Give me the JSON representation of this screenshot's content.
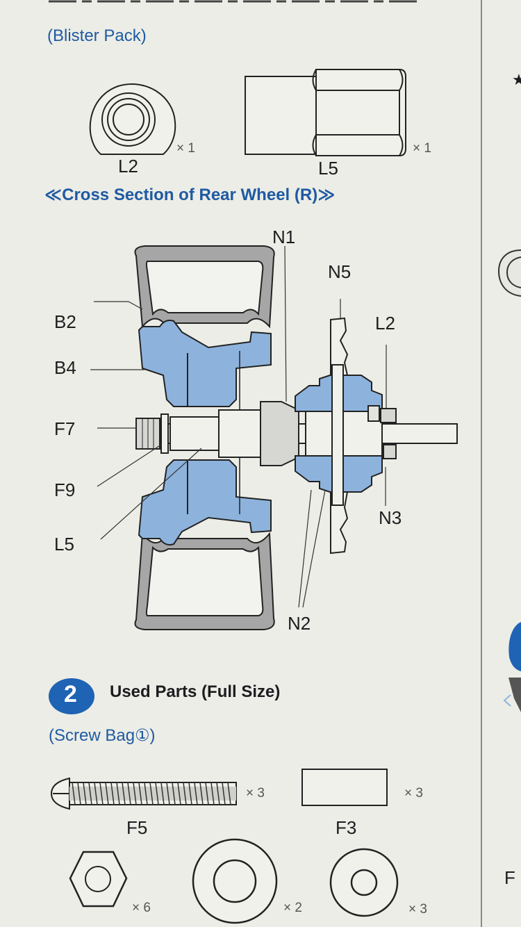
{
  "blister": {
    "heading": "(Blister Pack)",
    "part_l2": "L2",
    "part_l2_qty": "× 1",
    "part_l5": "L5",
    "part_l5_qty": "× 1"
  },
  "cross_section": {
    "title": "≪Cross Section of Rear Wheel (R)≫",
    "labels": {
      "b2": "B2",
      "b4": "B4",
      "f7": "F7",
      "f9": "F9",
      "l5": "L5",
      "n1": "N1",
      "n5": "N5",
      "l2": "L2",
      "n3": "N3",
      "n2": "N2"
    }
  },
  "step2": {
    "number": "2",
    "title": "Used Parts (Full Size)",
    "bag_label": "(Screw Bag①)",
    "parts": {
      "f5": "F5",
      "f5_qty": "× 3",
      "f3": "F3",
      "f3_qty": "× 3",
      "nut_qty": "× 6",
      "washer_large_qty": "× 2",
      "washer_small_qty": "× 3"
    }
  },
  "right_column": {
    "fragment_star": "★",
    "fragment_f": "F"
  },
  "colors": {
    "paper": "#ecede6",
    "ink": "#1d1d20",
    "heading_blue": "#1f5aa3",
    "part_blue": "#8db3dd",
    "tire_grey": "#a6a6a6",
    "step_badge": "#1f63b5"
  }
}
